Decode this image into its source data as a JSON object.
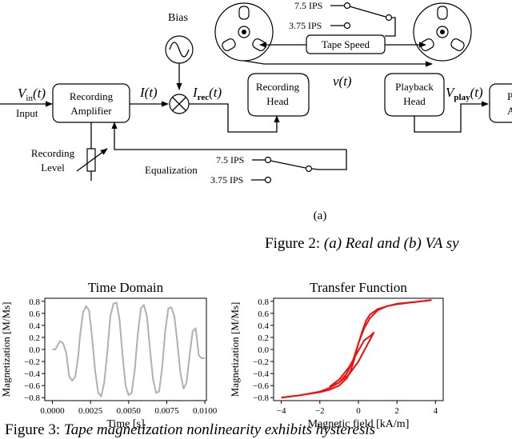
{
  "diagram": {
    "bias": "Bias",
    "vin": "V",
    "vin_sub": "in",
    "vin_arg": "(t)",
    "input": "Input",
    "rec_amp_line1": "Recording",
    "rec_amp_line2": "Amplifier",
    "it": "I(t)",
    "irec": "I",
    "irec_sub": "rec",
    "irec_arg": "(t)",
    "rec_head_line1": "Recording",
    "rec_head_line2": "Head",
    "speed_75": "7.5 IPS",
    "speed_375": "3.75 IPS",
    "tape_speed": "Tape Speed",
    "vt": "v(t)",
    "pb_head_line1": "Playback",
    "pb_head_line2": "Head",
    "vplay": "V",
    "vplay_sub": "play",
    "vplay_arg": "(t)",
    "pb_amp_line1": "P",
    "pb_amp_line2": "A",
    "rec_level_line1": "Recording",
    "rec_level_line2": "Level",
    "equalization": "Equalization",
    "eq_75": "7.5 IPS",
    "eq_375": "3.75 IPS",
    "sub_a": "(a)"
  },
  "captions": {
    "fig2_prefix": "Figure 2: ",
    "fig2_text": "(a) Real and (b) VA sy",
    "fig3_prefix": "Figure 3: ",
    "fig3_text": "Tape magnetization nonlinearity exhibits hysteresis"
  },
  "chart_data": [
    {
      "type": "line",
      "title": "Time Domain",
      "xlabel": "Time [s]",
      "ylabel": "Magnetization [M/Ms]",
      "xlim": [
        -0.0005,
        0.0101
      ],
      "ylim": [
        -0.85,
        0.85
      ],
      "xticks": [
        "0.0000",
        "0.0025",
        "0.0050",
        "0.0075",
        "0.0100"
      ],
      "xtick_values": [
        0,
        0.0025,
        0.005,
        0.0075,
        0.01
      ],
      "yticks": [
        "−0.8",
        "−0.6",
        "−0.4",
        "−0.2",
        "0.0",
        "0.2",
        "0.4",
        "0.6",
        "0.8"
      ],
      "ytick_values": [
        -0.8,
        -0.6,
        -0.4,
        -0.2,
        0,
        0.2,
        0.4,
        0.6,
        0.8
      ],
      "color": "#b0b0b0",
      "x": [
        0,
        0.0002,
        0.0004,
        0.0005,
        0.0007,
        0.0009,
        0.0011,
        0.0013,
        0.0015,
        0.0017,
        0.0018,
        0.002,
        0.0022,
        0.0024,
        0.0026,
        0.0028,
        0.003,
        0.0032,
        0.0034,
        0.0036,
        0.0038,
        0.004,
        0.0042,
        0.0044,
        0.0046,
        0.0048,
        0.005,
        0.0052,
        0.0054,
        0.0056,
        0.0058,
        0.006,
        0.0062,
        0.0064,
        0.0066,
        0.0068,
        0.007,
        0.0072,
        0.0074,
        0.0076,
        0.0078,
        0.008,
        0.0082,
        0.0084,
        0.0086,
        0.0088,
        0.009,
        0.0092,
        0.0094,
        0.0096,
        0.0098,
        0.01
      ],
      "y": [
        0.0,
        0.0,
        0.1,
        0.14,
        0.1,
        -0.05,
        -0.45,
        -0.52,
        -0.45,
        -0.1,
        0.2,
        0.6,
        0.72,
        0.65,
        0.2,
        -0.35,
        -0.72,
        -0.78,
        -0.55,
        -0.05,
        0.55,
        0.76,
        0.78,
        0.5,
        -0.1,
        -0.6,
        -0.76,
        -0.72,
        -0.35,
        0.25,
        0.68,
        0.74,
        0.55,
        0.0,
        -0.5,
        -0.72,
        -0.7,
        -0.3,
        0.3,
        0.68,
        0.7,
        0.55,
        0.1,
        -0.4,
        -0.65,
        -0.55,
        -0.1,
        0.3,
        0.35,
        -0.1,
        -0.15,
        -0.14
      ]
    },
    {
      "type": "line",
      "title": "Transfer Function",
      "xlabel": "Magnetic field [kA/m]",
      "ylabel": "Magnetization [M/Ms]",
      "xlim": [
        -4.4,
        4.4
      ],
      "ylim": [
        -0.85,
        0.85
      ],
      "xticks": [
        "−4",
        "−2",
        "0",
        "2",
        "4"
      ],
      "xtick_values": [
        -4,
        -2,
        0,
        2,
        4
      ],
      "yticks": [
        "−0.8",
        "−0.6",
        "−0.4",
        "−0.2",
        "0.0",
        "0.2",
        "0.4",
        "0.6",
        "0.8"
      ],
      "ytick_values": [
        -0.8,
        -0.6,
        -0.4,
        -0.2,
        0,
        0.2,
        0.4,
        0.6,
        0.8
      ],
      "color": "#ee1111",
      "series": [
        {
          "x": [
            -4,
            -3,
            -2,
            -1.5,
            -1.0,
            -0.6,
            -0.3,
            0.0,
            0.2,
            0.4,
            0.6,
            1.0,
            1.5,
            2.0,
            3.0,
            3.8
          ],
          "y": [
            -0.8,
            -0.76,
            -0.7,
            -0.64,
            -0.55,
            -0.4,
            -0.2,
            0.1,
            0.3,
            0.48,
            0.58,
            0.67,
            0.72,
            0.75,
            0.79,
            0.82
          ]
        },
        {
          "x": [
            3.8,
            3.0,
            2.0,
            1.5,
            1.0,
            0.6,
            0.3,
            0.0,
            -0.2,
            -0.4,
            -0.6,
            -1.0,
            -1.5,
            -2.0,
            -3.0,
            -4.0
          ],
          "y": [
            0.82,
            0.79,
            0.76,
            0.72,
            0.65,
            0.52,
            0.35,
            0.1,
            -0.15,
            -0.35,
            -0.48,
            -0.6,
            -0.67,
            -0.71,
            -0.76,
            -0.8
          ]
        },
        {
          "x": [
            -1.5,
            -1.0,
            -0.5,
            0.0,
            0.3,
            0.6,
            0.8,
            0.5,
            0.0,
            -0.5,
            -1.0,
            -1.5
          ],
          "y": [
            -0.62,
            -0.5,
            -0.3,
            -0.02,
            0.15,
            0.22,
            0.28,
            0.1,
            -0.2,
            -0.42,
            -0.55,
            -0.62
          ]
        }
      ]
    }
  ]
}
